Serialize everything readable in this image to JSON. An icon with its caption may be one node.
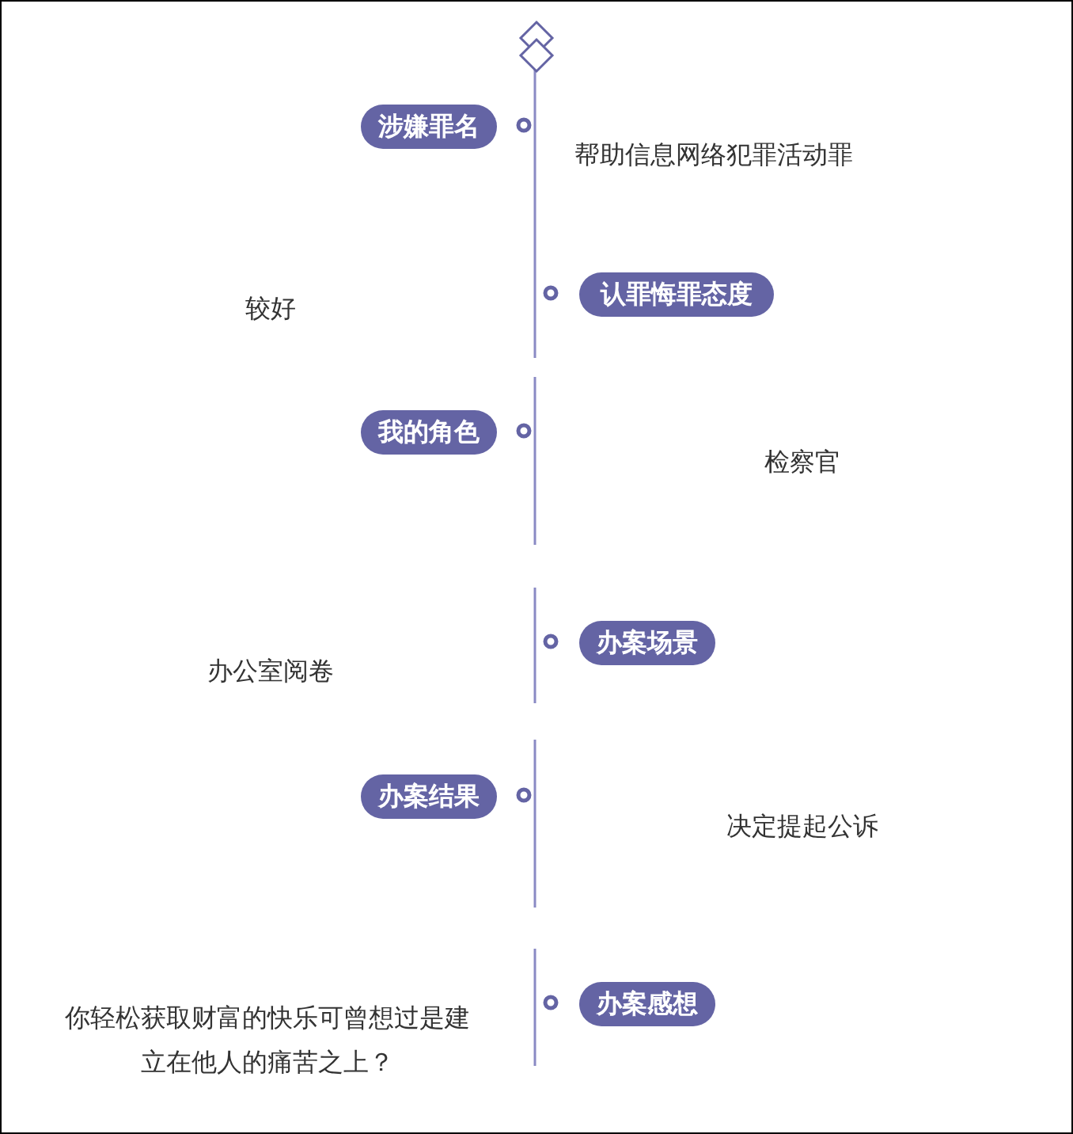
{
  "diagram": {
    "nodes": [
      {
        "text": [
          "涉嫌罪名"
        ],
        "beside": [
          "帮助信息网络犯罪活动罪"
        ]
      },
      {
        "text": [
          "认罪悔罪态度"
        ]
      },
      {
        "text": [
          "我的角色"
        ]
      },
      {
        "text": [
          "办案场景"
        ]
      },
      {
        "text": [
          "办案结果"
        ]
      },
      {
        "text": [
          "办案感想"
        ]
      }
    ],
    "labels": [
      "较好",
      "检察官",
      "办公室阅卷",
      "决定提起公诉",
      "你轻松获取财富的快乐可曾想过是建立在他人的痛苦之上？"
    ]
  }
}
